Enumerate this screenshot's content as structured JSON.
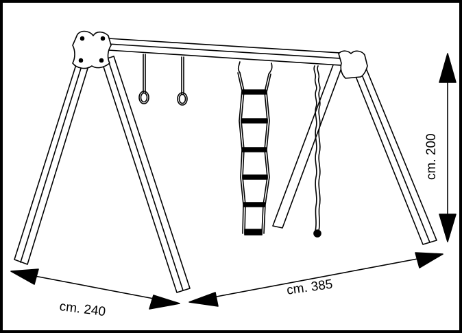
{
  "dimensions": {
    "width_label": "cm. 240",
    "length_label": "cm. 385",
    "height_label": "cm. 200"
  },
  "colors": {
    "line": "#000000",
    "background": "#ffffff"
  }
}
